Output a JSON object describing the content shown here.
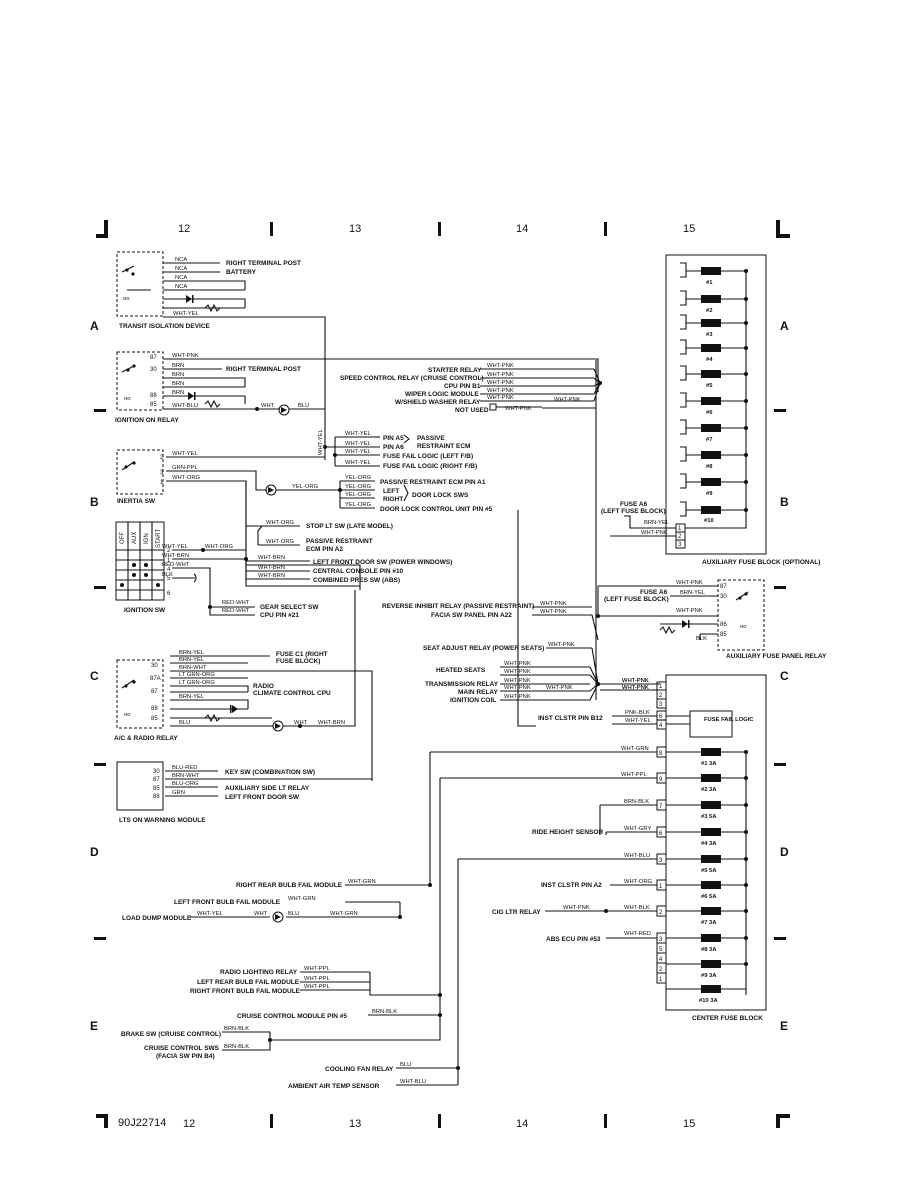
{
  "columns": [
    "12",
    "13",
    "14",
    "15"
  ],
  "rows": [
    "A",
    "B",
    "C",
    "D",
    "E"
  ],
  "figure_id": "90J22714",
  "components": {
    "transit": "TRANSIT ISOLATION DEVICE",
    "ign_relay": "IGNITION ON RELAY",
    "inertia": "INERTIA SW",
    "ign_sw": "IGNITION SW",
    "ac_relay": "A/C & RADIO RELAY",
    "lts": "LTS ON WARNING MODULE",
    "aux_fuse": "AUXILIARY FUSE BLOCK (OPTIONAL)",
    "aux_relay": "AUXILIARY FUSE PANEL RELAY",
    "center_fuse": "CENTER FUSE BLOCK",
    "fuse_fail": "FUSE FAIL LOGIC"
  },
  "ign_sw_positions": [
    "OFF",
    "AUX",
    "IGN",
    "START"
  ],
  "transit_wires": [
    {
      "wire": "NCA",
      "dest": "RIGHT TERMINAL POST"
    },
    {
      "wire": "NCA",
      "dest": "BATTERY"
    },
    {
      "wire": "NCA",
      "dest": ""
    },
    {
      "wire": "NCA",
      "dest": ""
    }
  ],
  "transit_out": "WHT-YEL",
  "ign_relay_pins": [
    "87",
    "30",
    "88",
    "85"
  ],
  "ign_relay_wires": {
    "w1": "WHT-PNK",
    "w2": "BRN",
    "w3": "BRN",
    "w4": "BRN",
    "w5": "BRN",
    "w6": "WHT-BLU",
    "dest": "RIGHT TERMINAL POST",
    "wht": "WHT",
    "blu": "BLU"
  },
  "starter_labels": [
    "STARTER RELAY",
    "SPEED CONTROL RELAY (CRUISE CONTROL)",
    "CPU PIN B1",
    "WIPER LOGIC MODULE",
    "W/SHIELD WASHER RELAY",
    "NOT USED"
  ],
  "starter_wires": [
    "WHT-PNK",
    "WHT-PNK",
    "WHT-PNK",
    "WHT-PNK",
    "WHT-PNK",
    "WHT-PNK"
  ],
  "starter_main_wire": "WHT-PNK",
  "wht_yel_vertical": "WHT-YEL",
  "pas_group": [
    {
      "wire": "WHT-YEL",
      "dest": "PIN A5"
    },
    {
      "wire": "WHT-YEL",
      "dest": "PIN A6"
    },
    {
      "wire": "WHT-YEL",
      "dest": "FUSE FAIL LOGIC (LEFT F/B)"
    },
    {
      "wire": "WHT-YEL",
      "dest": "FUSE FAIL LOGIC (RIGHT F/B)"
    }
  ],
  "pas_brace": [
    "PASSIVE",
    "RESTRAINT ECM"
  ],
  "inertia_pins": [
    "2",
    "3",
    "1"
  ],
  "inertia_wires": [
    "WHT-YEL",
    "GRN-PPL",
    "WHT-ORG"
  ],
  "yel_org": "YEL-ORG",
  "yel_group": [
    {
      "wire": "YEL-ORG",
      "dest": "PASSIVE RESTRAINT ECM PIN A1"
    },
    {
      "wire": "YEL-ORG",
      "dest": "LEFT"
    },
    {
      "wire": "YEL-ORG",
      "dest": "RIGHT"
    },
    {
      "wire": "YEL-ORG",
      "dest": "DOOR LOCK CONTROL UNIT PIN #5"
    }
  ],
  "door_lock_brace": "DOOR LOCK SWS",
  "wht_org_group": [
    {
      "wire": "WHT-ORG",
      "dest": "STOP LT SW (LATE MODEL)"
    },
    {
      "wire": "WHT-ORG",
      "dest": "PASSIVE RESTRAINT"
    },
    {
      "wire": "",
      "dest": "ECM PIN A2"
    }
  ],
  "ign_sw_wires": [
    "WHT-YEL",
    "WHT-BRN",
    "RED-WHT",
    "BLK"
  ],
  "ign_sw_pins": [
    "2",
    "1",
    "4",
    "5",
    "6"
  ],
  "wht_org2": "WHT-ORG",
  "wht_brn_group": [
    {
      "wire": "WHT-BRN",
      "dest": "LEFT FRONT DOOR SW (POWER WINDOWS)"
    },
    {
      "wire": "WHT-BRN",
      "dest": "CENTRAL CONSOLE PIN #10"
    },
    {
      "wire": "WHT-BRN",
      "dest": "COMBINED PRES SW (ABS)"
    }
  ],
  "red_wht_group": [
    {
      "wire": "RED-WHT",
      "dest": "GEAR SELECT SW"
    },
    {
      "wire": "RED-WHT",
      "dest": "CPU PIN #21"
    }
  ],
  "aux_fuses": [
    "#1",
    "#2",
    "#3",
    "#4",
    "#5",
    "#6",
    "#7",
    "#8",
    "#9",
    "#10"
  ],
  "aux_block_pins": [
    "1",
    "2",
    "3"
  ],
  "fuse_a6": [
    "FUSE A6",
    "(LEFT FUSE BLOCK)"
  ],
  "aux_block_wires": [
    "BRN-YEL",
    "WHT-PNK"
  ],
  "reverse_labels": [
    "REVERSE INHIBIT RELAY (PASSIVE RESTRAINT)",
    "FACIA SW PANEL PIN A22"
  ],
  "reverse_wires": [
    "WHT-PNK",
    "WHT-PNK"
  ],
  "aux_relay_pins": [
    "87",
    "30",
    "86",
    "85"
  ],
  "aux_relay_wires": [
    "WHT-PNK",
    "BRN-YEL",
    "WHT-PNK",
    "BLK"
  ],
  "fuse_a6_b": [
    "FUSE A6",
    "(LEFT FUSE BLOCK)"
  ],
  "seat_labels": [
    "SEAT ADJUST RELAY (POWER SEATS)",
    "HEATED SEATS",
    "TRANSMISSION RELAY",
    "MAIN RELAY",
    "IGNITION COIL"
  ],
  "seat_wires": [
    "WHT-PNK",
    "WHT-PNK",
    "WHT-PNK",
    "WHT-PNK",
    "WHT-PNK",
    "WHT-PNK"
  ],
  "seat_main_wires": [
    "WHT-PNK",
    "WHT-PNK",
    "WHT-PNK"
  ],
  "ac_pins": [
    "30",
    "87A",
    "87",
    "88",
    "85"
  ],
  "ac_wires": [
    "BRN-YEL",
    "BRN-YEL",
    "BRN-WHT",
    "LT GRN-ORG",
    "LT GRN-ORG",
    "BRN-YEL",
    "BLU"
  ],
  "ac_dest": [
    "FUSE C1 (RIGHT",
    "FUSE BLOCK)",
    "RADIO",
    "CLIMATE CONTROL CPU"
  ],
  "ac_bottom": [
    "WHT",
    "WHT-BRN"
  ],
  "cf_top_pins": [
    "1",
    "2",
    "3",
    "6",
    "4"
  ],
  "cf_top_wires": [
    "WHT-PNK",
    "WHT-PNK",
    "PNK-BLK",
    "WHT-YEL"
  ],
  "inst_b12": "INST CLSTR PIN B12",
  "lts_pins": [
    "30",
    "87",
    "85",
    "88"
  ],
  "lts_wires": [
    "BLU-RED",
    "BRN-WHT",
    "BLU-ORG",
    "GRN"
  ],
  "lts_dest": [
    "KEY SW (COMBINATION SW)",
    "AUXILIARY SIDE LT RELAY",
    "LEFT FRONT DOOR SW"
  ],
  "cf_fuses": [
    "#1 3A",
    "#2 3A",
    "#3 5A",
    "#4 3A",
    "#5 5A",
    "#6 5A",
    "#7 3A",
    "#8 3A",
    "#9 3A",
    "#10 3A"
  ],
  "cf_pins": [
    "8",
    "9",
    "7",
    "6",
    "3",
    "1",
    "2",
    "3",
    "5",
    "4",
    "2",
    "1"
  ],
  "cf_wires": [
    "WHT-GRN",
    "WHT-PPL",
    "BRN-BLK",
    "WHT-GRY",
    "WHT-BLU",
    "WHT-ORG",
    "WHT-BLK",
    "WHT-RED"
  ],
  "cf_labels": [
    "RIDE HEIGHT SENSOR",
    "INST CLSTR PIN A2",
    "CIG LTR RELAY",
    "ABS ECU PIN #53"
  ],
  "cig_wire": "WHT-PNK",
  "lower_labels": [
    "RIGHT REAR BULB FAIL MODULE",
    "LEFT FRONT BULB FAIL MODULE",
    "LOAD DUMP MODULE",
    "RADIO LIGHTING RELAY",
    "LEFT REAR BULB FAIL MODULE",
    "RIGHT FRONT BULB FAIL MODULE",
    "CRUISE CONTROL MODULE PIN #5",
    "BRAKE SW (CRUISE CONTROL)",
    "CRUISE CONTROL SWS",
    "(FACIA SW PIN B4)",
    "COOLING FAN RELAY",
    "AMBIENT AIR TEMP SENSOR"
  ],
  "lower_wires": [
    "WHT-GRN",
    "WHT-GRN",
    "WHT-YEL",
    "WHT",
    "BLU",
    "WHT-GRN",
    "WHT-PPL",
    "WHT-PPL",
    "WHT-PPL",
    "BRN-BLK",
    "BRN-BLK",
    "BRN-BLK",
    "BLU",
    "WHT-BLU"
  ]
}
